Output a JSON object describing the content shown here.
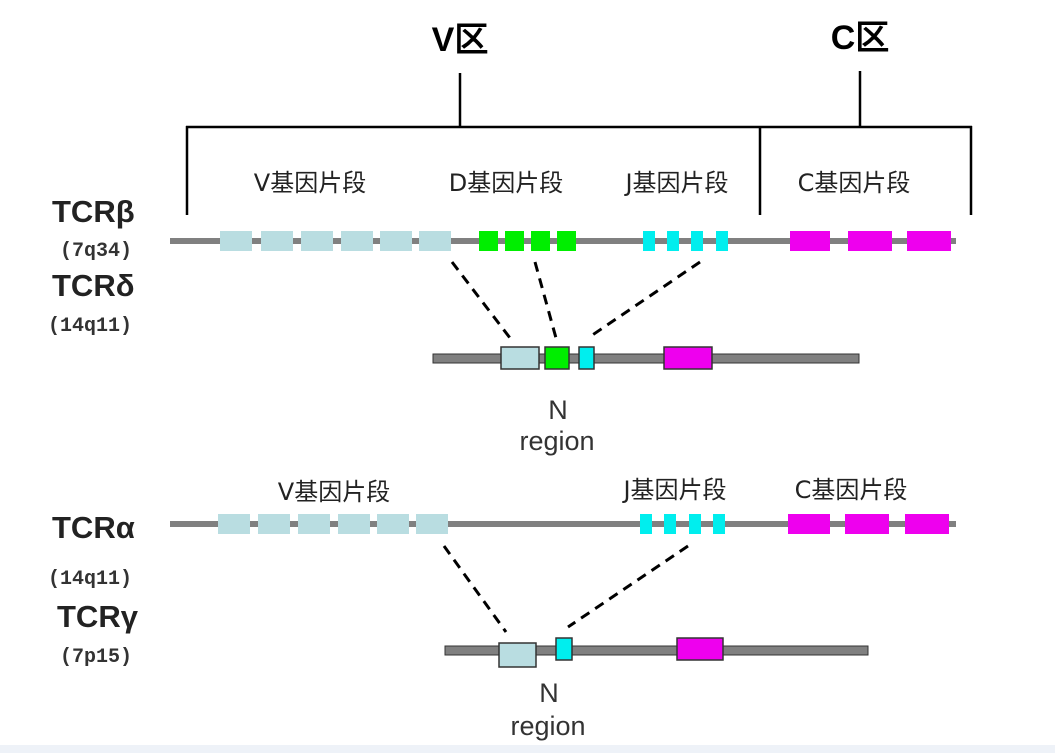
{
  "regions": {
    "v": "V区",
    "c": "C区"
  },
  "labels": {
    "v_segment": "V基因片段",
    "d_segment": "D基因片段",
    "j_segment": "J基因片段",
    "c_segment": "C基因片段"
  },
  "loci": {
    "beta": {
      "name": "TCRβ",
      "chrom": "(7q34)"
    },
    "delta": {
      "name": "TCRδ",
      "chrom": "(14q11)"
    },
    "alpha": {
      "name": "TCRα",
      "chrom": "(14q11)"
    },
    "gamma": {
      "name": "TCRγ",
      "chrom": "(7p15)"
    }
  },
  "n_region": {
    "line1": "N",
    "line2": "region"
  },
  "colors": {
    "v": "#b9dde1",
    "d": "#00ee00",
    "j": "#00eeee",
    "c": "#ee00ee",
    "strand": "#808080",
    "line": "#000000"
  }
}
